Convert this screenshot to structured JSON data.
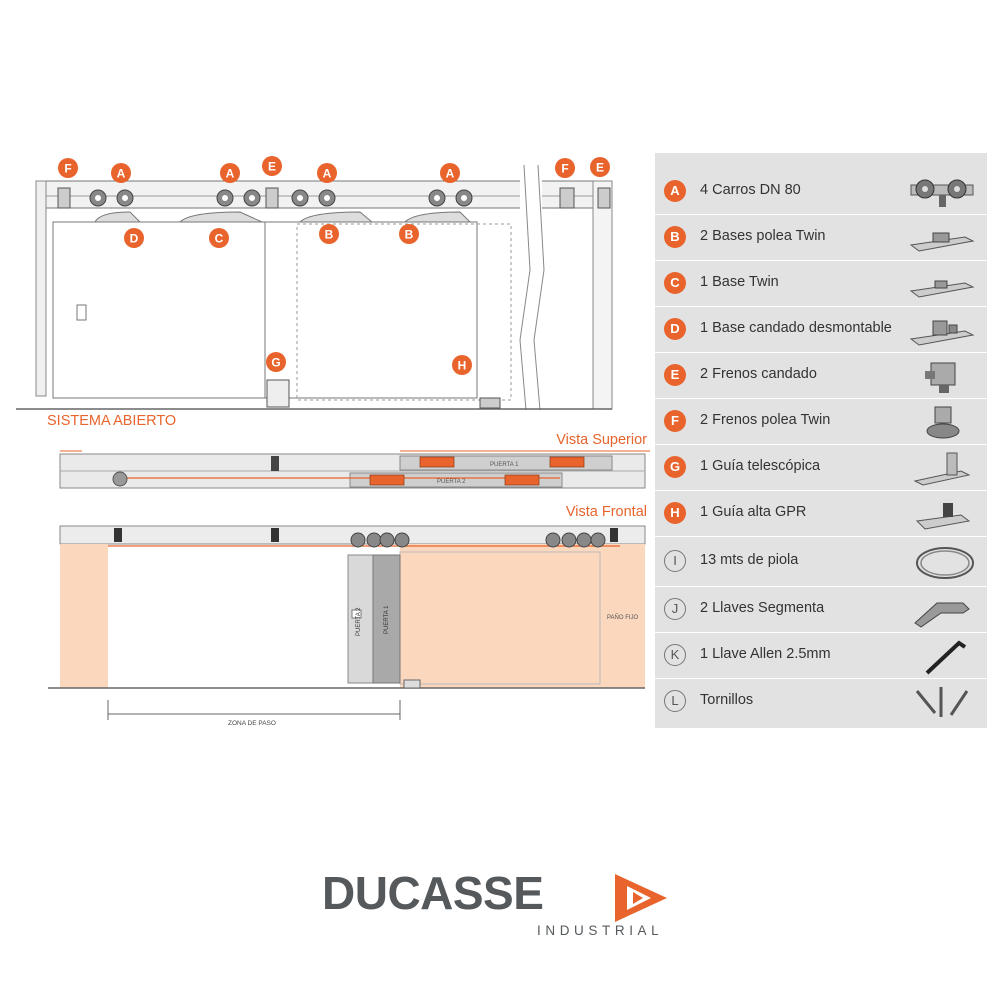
{
  "colors": {
    "accent": "#e8642c",
    "panel": "#e2e2e2",
    "wall": "#fad7bd",
    "text": "#333333"
  },
  "labels": {
    "sistema_abierto": "SISTEMA ABIERTO",
    "vista_superior": "Vista Superior",
    "vista_frontal": "Vista Frontal",
    "puerta1": "PUERTA 1",
    "puerta2": "PUERTA 2",
    "pano_fijo": "PAÑO FIJO",
    "zona_de_paso": "ZONA DE PASO"
  },
  "callouts": [
    "F",
    "A",
    "A",
    "E",
    "A",
    "A",
    "F",
    "E",
    "D",
    "C",
    "B",
    "B",
    "G",
    "H"
  ],
  "parts": [
    {
      "letter": "A",
      "text": "4 Carros DN 80",
      "style": "filled",
      "icon": "trolley-icon"
    },
    {
      "letter": "B",
      "text": "2 Bases polea Twin",
      "style": "filled",
      "icon": "base-plate-icon"
    },
    {
      "letter": "C",
      "text": "1 Base Twin",
      "style": "filled",
      "icon": "base-plate-icon"
    },
    {
      "letter": "D",
      "text": "1 Base candado desmontable",
      "style": "filled",
      "icon": "base-lock-icon"
    },
    {
      "letter": "E",
      "text": "2 Frenos candado",
      "style": "filled",
      "icon": "lock-brake-icon"
    },
    {
      "letter": "F",
      "text": "2 Frenos polea Twin",
      "style": "filled",
      "icon": "pulley-brake-icon"
    },
    {
      "letter": "G",
      "text": "1 Guía telescópica",
      "style": "filled",
      "icon": "telescopic-guide-icon"
    },
    {
      "letter": "H",
      "text": "1 Guía alta GPR",
      "style": "filled",
      "icon": "gpr-guide-icon"
    },
    {
      "letter": "I",
      "text": "13 mts de piola",
      "style": "outline",
      "icon": "cable-coil-icon"
    },
    {
      "letter": "J",
      "text": "2 Llaves Segmenta",
      "style": "outline",
      "icon": "wrench-icon"
    },
    {
      "letter": "K",
      "text": "1 Llave Allen 2.5mm",
      "style": "outline",
      "icon": "allen-key-icon"
    },
    {
      "letter": "L",
      "text": "Tornillos",
      "style": "outline",
      "icon": "screws-icon"
    }
  ],
  "logo": {
    "name": "DUCASSE",
    "subtitle": "INDUSTRIAL"
  }
}
